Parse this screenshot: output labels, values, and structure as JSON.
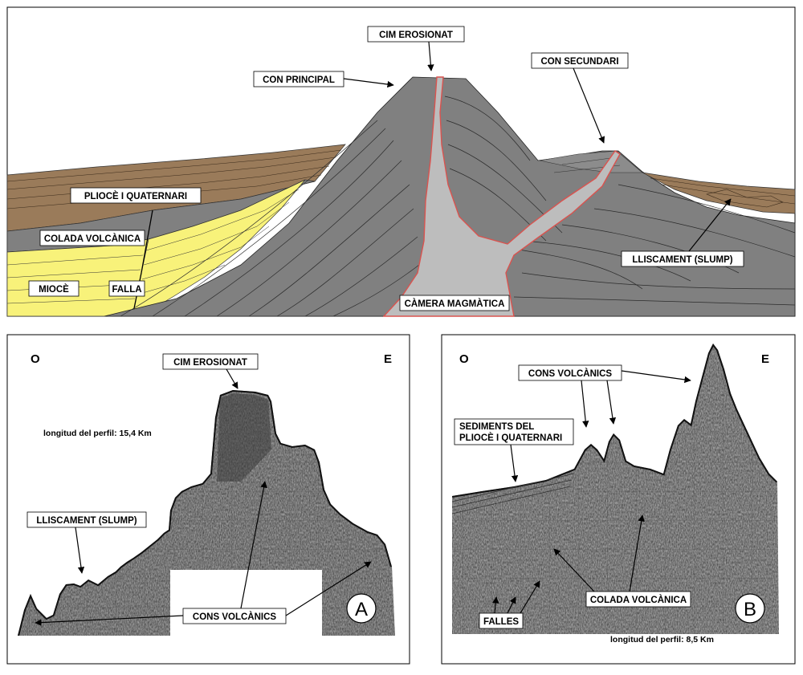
{
  "top_diagram": {
    "labels": {
      "cim": "CIM EROSIONAT",
      "con_principal": "CON PRINCIPAL",
      "con_secundari": "CON SECUNDARI",
      "pliocene": "PLIOCÈ I QUATERNARI",
      "colada": "COLADA VOLCÀNICA",
      "miocene": "MIOCÈ",
      "falla": "FALLA",
      "camera": "CÀMERA MAGMÀTICA",
      "slump": "LLISCAMENT (SLUMP)"
    },
    "colors": {
      "volcanic_gray": "#808080",
      "chamber_gray": "#bdbdbd",
      "sediment_brown": "#9a7b5a",
      "miocene_yellow": "#f8f27a",
      "chamber_outline": "#d9534f"
    }
  },
  "profile_a": {
    "west": "O",
    "east": "E",
    "cim": "CIM EROSIONAT",
    "length": "longitud del perfil: 15,4 Km",
    "slump": "LLISCAMENT (SLUMP)",
    "cons": "CONS VOLCÀNICS",
    "letter": "A"
  },
  "profile_b": {
    "west": "O",
    "east": "E",
    "cons": "CONS VOLCÀNICS",
    "sediments_line1": "SEDIMENTS DEL",
    "sediments_line2": "PLIOCÈ I QUATERNARI",
    "falles": "FALLES",
    "colada": "COLADA VOLCÀNICA",
    "length": "longitud del perfil: 8,5 Km",
    "letter": "B"
  }
}
